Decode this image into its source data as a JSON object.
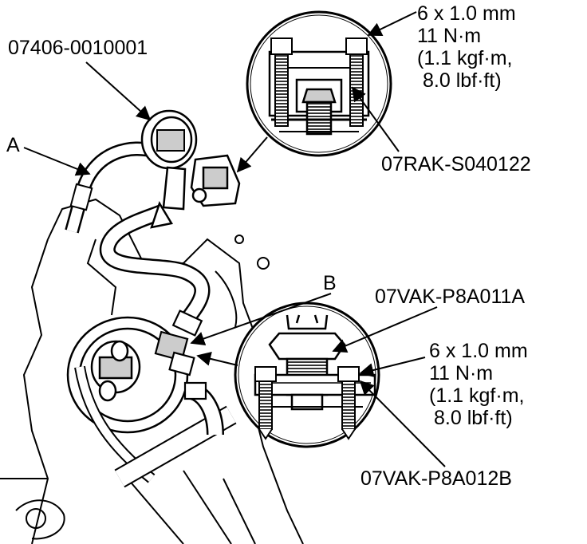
{
  "labels": {
    "gauge_part": "07406-0010001",
    "hose_a": "A",
    "joint_b": "B",
    "upper_adapter_part": "07RAK-S040122",
    "lower_adapter_a_part": "07VAK-P8A011A",
    "lower_adapter_b_part": "07VAK-P8A012B"
  },
  "torque_upper": {
    "bolt": "6 x 1.0 mm",
    "torque_nm": "11 N·m",
    "torque_kgfm": "(1.1 kgf·m,",
    "torque_lbfft": "8.0 lbf·ft)"
  },
  "torque_lower": {
    "bolt": "6 x 1.0 mm",
    "torque_nm": "11 N·m",
    "torque_kgfm": "(1.1 kgf·m,",
    "torque_lbfft": "8.0 lbf·ft)"
  }
}
